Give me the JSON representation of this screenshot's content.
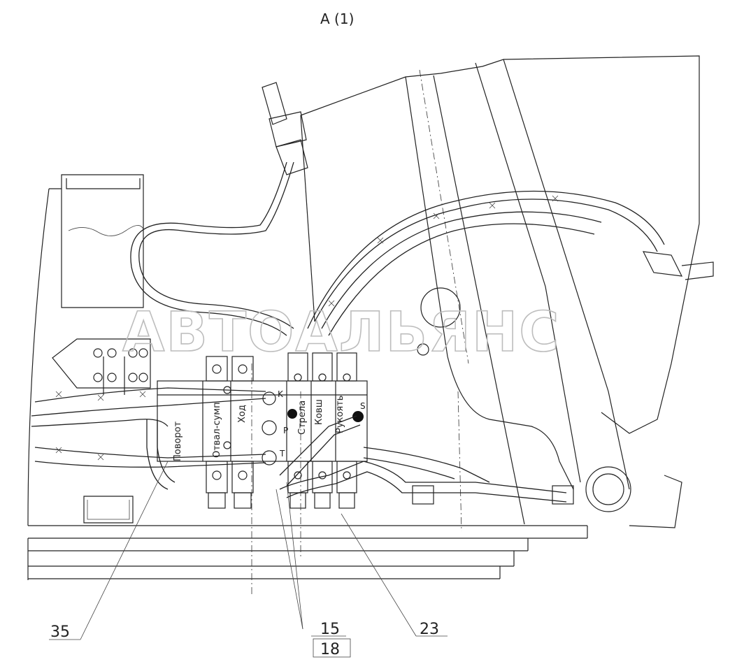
{
  "view_label": "A (1)",
  "watermark": "АВТОАЛЬЯНС",
  "callouts": {
    "c35": "35",
    "c15": "15",
    "c18": "18",
    "c23": "23"
  },
  "section_labels": {
    "povorot": "Поворот",
    "otval": "Отвал-сумп",
    "hod": "Ход",
    "strela": "Стрела",
    "kovsh": "Ковш",
    "rukoyat": "Рукоять"
  },
  "port_labels": {
    "k": "K",
    "p": "P",
    "t": "T",
    "s": "S"
  },
  "colors": {
    "line": "#222222",
    "watermark": "#bdbdbd"
  }
}
